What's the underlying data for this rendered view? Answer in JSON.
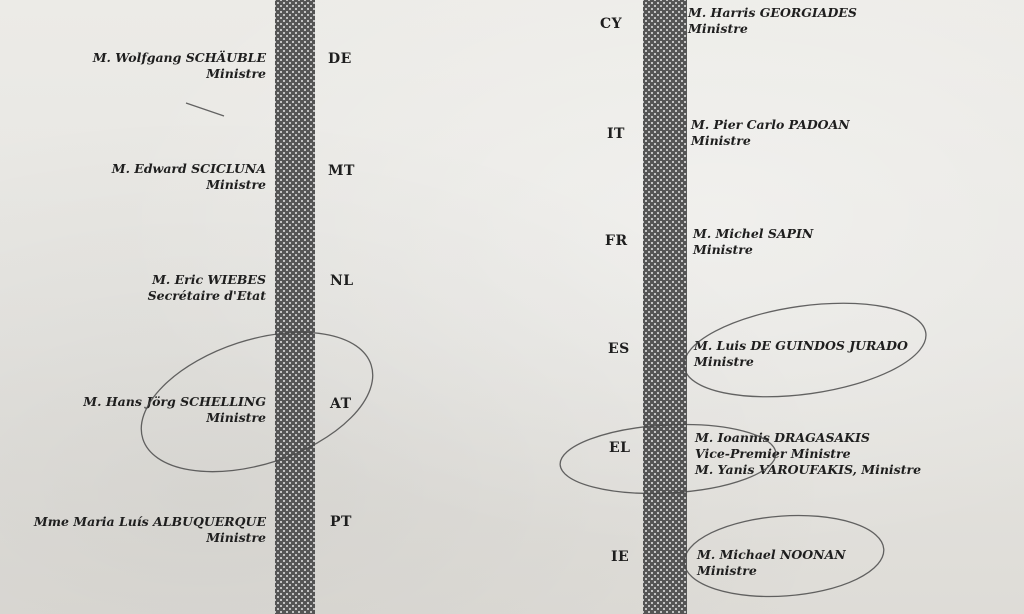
{
  "left_column": [
    {
      "code": "DE",
      "name": "M. Wolfgang SCHÄUBLE",
      "title": "Ministre"
    },
    {
      "code": "MT",
      "name": "M. Edward SCICLUNA",
      "title": "Ministre"
    },
    {
      "code": "NL",
      "name": "M. Eric WIEBES",
      "title": "Secrétaire d'Etat"
    },
    {
      "code": "AT",
      "name": "M. Hans Jörg SCHELLING",
      "title": "Ministre"
    },
    {
      "code": "PT",
      "name": "Mme Maria Luís ALBUQUERQUE",
      "title": "Ministre"
    }
  ],
  "right_column": [
    {
      "code": "CY",
      "name": "M. Harris GEORGIADES",
      "title": "Ministre"
    },
    {
      "code": "IT",
      "name": "M. Pier Carlo PADOAN",
      "title": "Ministre"
    },
    {
      "code": "FR",
      "name": "M. Michel SAPIN",
      "title": "Ministre"
    },
    {
      "code": "ES",
      "name": "M. Luis DE GUINDOS JURADO",
      "title": "Ministre"
    },
    {
      "code": "EL",
      "name": "M. Ioannis DRAGASAKIS",
      "title": "Vice-Premier Ministre",
      "extra": "M. Yanis VAROUFAKIS, Ministre"
    },
    {
      "code": "IE",
      "name": "M. Michael NOONAN",
      "title": "Ministre"
    }
  ],
  "colors": {
    "paper": "#e8e7e3",
    "ink": "#1e1e1e",
    "bar": "#555555",
    "pencil": "#4a4a4a"
  }
}
